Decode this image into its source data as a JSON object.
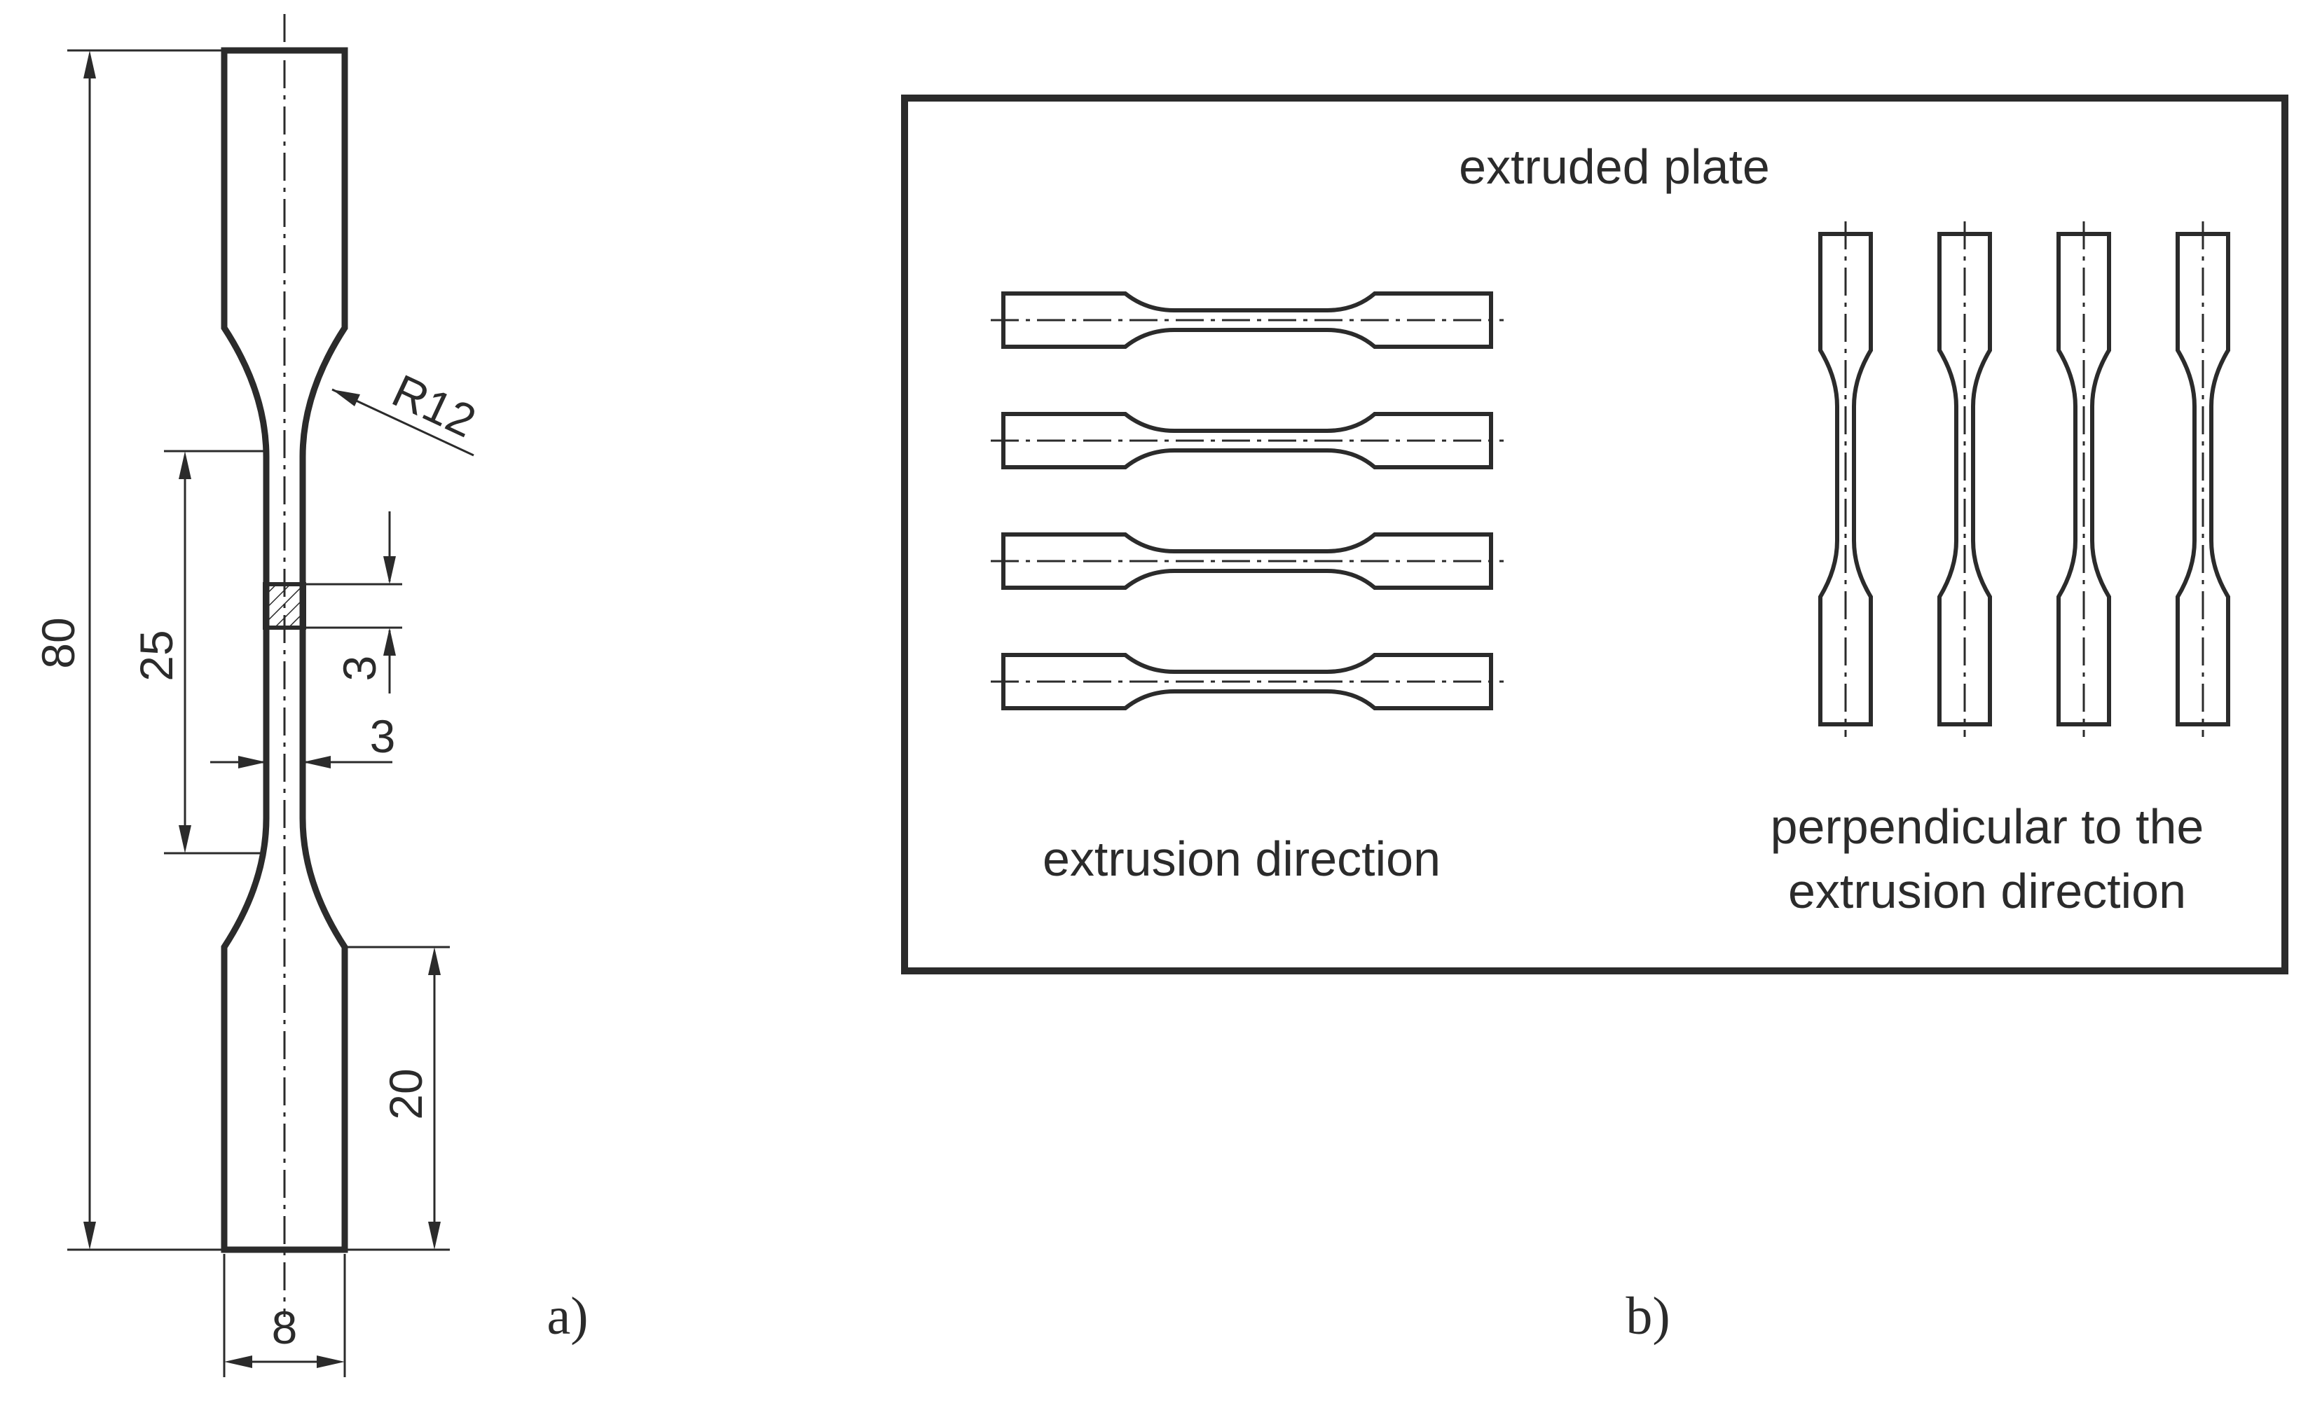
{
  "panel_a": {
    "dim_total_length": "80",
    "dim_gauge_length": "25",
    "dim_grip_length": "20",
    "dim_width": "8",
    "dim_gauge_width": "3",
    "dim_section_height": "3",
    "dim_radius": "R12",
    "label": "a)"
  },
  "panel_b": {
    "title": "extruded plate",
    "label_parallel": "extrusion direction",
    "label_perpendicular_line1": "perpendicular to the",
    "label_perpendicular_line2": "extrusion direction",
    "label": "b)",
    "parallel_specimen_count": 4,
    "perpendicular_specimen_count": 4
  }
}
